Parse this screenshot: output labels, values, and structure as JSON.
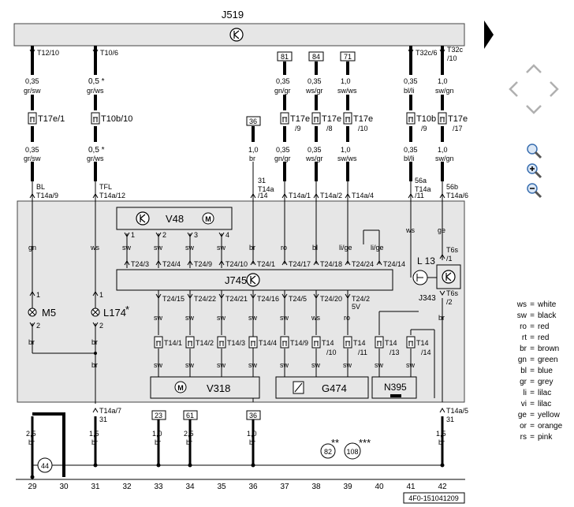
{
  "title": "J519",
  "image_code": "4F0-151041209",
  "main_components": {
    "j745": "J745",
    "v318": "V318",
    "g474": "G474",
    "n395": "N395",
    "v48": "V48",
    "m5": "M5",
    "l174": "L174",
    "l13": "L 13",
    "j343": "J343"
  },
  "connectors_top": [
    {
      "id": "c29",
      "label": "T12/10",
      "gauge": "0,35",
      "color": "gr/sw",
      "plug": "T17e/1",
      "gauge2": "0,35",
      "color2": "gr/sw",
      "sig": "BL",
      "pin": "T14a/9"
    },
    {
      "id": "c31",
      "label": "T10/6",
      "gauge": "0,5 *",
      "color": "gr/ws",
      "plug": "T10b/10",
      "gauge2": "0,5 *",
      "color2": "gr/ws",
      "sig": "TFL",
      "pin": "T14a/12"
    },
    {
      "id": "c37",
      "label": "81",
      "gauge": "0,35",
      "color": "gn/gr",
      "plug": "T17e /9",
      "gauge2": "0,35",
      "color2": "gn/gr",
      "pin": "T14a/1"
    },
    {
      "id": "c38",
      "label": "84",
      "gauge": "0,35",
      "color": "ws/gr",
      "plug": "T17e /8",
      "gauge2": "0,35",
      "color2": "ws/gr",
      "pin": "T14a/2"
    },
    {
      "id": "c39",
      "label": "71",
      "gauge": "1,0",
      "color": "sw/ws",
      "plug": "T17e /10",
      "gauge2": "1,0",
      "color2": "sw/ws",
      "pin": "T14a/4"
    },
    {
      "id": "c41",
      "label": "T32c/6",
      "gauge": "0,35",
      "color": "bl/li",
      "plug": "T10b /9",
      "gauge2": "0,35",
      "color2": "bl/li",
      "sig": "56a",
      "pin": "T14a /11"
    },
    {
      "id": "c42",
      "label": "T32c /10",
      "gauge": "1,0",
      "color": "sw/gn",
      "plug": "T17e /17",
      "gauge2": "1,0",
      "color2": "sw/gn",
      "sig": "56b",
      "pin": "T14a/6"
    }
  ],
  "c36": {
    "box": "36",
    "gauge": "1,0",
    "color": "br",
    "sig": "31",
    "pin": "T14a /14"
  },
  "v48_pins": [
    "1",
    "2",
    "3",
    "4"
  ],
  "wire_colors_upper": [
    "gn",
    "ws",
    "sw",
    "sw",
    "sw",
    "sw",
    "br",
    "ro",
    "bl",
    "li/ge",
    "li/ge",
    "ws",
    "ge"
  ],
  "j745_pins_top": [
    "T24/3",
    "T24/4",
    "T24/9",
    "T24/10",
    "T24/1",
    "T24/17",
    "T24/18",
    "T24/24",
    "T24/14"
  ],
  "j745_pins_bottom": [
    "T24/15",
    "T24/22",
    "T24/21",
    "T24/16",
    "T24/5",
    "T24/20",
    "T24/2"
  ],
  "five_v": "5V",
  "wire_colors_mid": [
    "sw",
    "sw",
    "sw",
    "sw",
    "sw",
    "ws",
    "ro",
    "br"
  ],
  "t14_connectors": [
    "T14/1",
    "T14/2",
    "T14/3",
    "T14/4",
    "T14/9",
    "T14 /10",
    "T14 /11",
    "T14 /13",
    "T14 /14"
  ],
  "wire_colors_lower": [
    "sw",
    "sw",
    "sw",
    "sw",
    "sw",
    "sw",
    "sw",
    "sw",
    "sw"
  ],
  "t6s": [
    "T6s /1",
    "T6s /2"
  ],
  "m5_pins": [
    "1",
    "2"
  ],
  "br_labels": [
    "br",
    "br",
    "br",
    "br",
    "br"
  ],
  "bottom": {
    "pins": [
      "T14a/7 31",
      "T14a/5 31"
    ],
    "g29": {
      "gauge": "2,5",
      "color": "br"
    },
    "g31": {
      "gauge": "1,5",
      "color": "br"
    },
    "g33": {
      "box": "23",
      "gauge": "1,0",
      "color": "br"
    },
    "g34": {
      "box": "61",
      "gauge": "2,5",
      "color": "br"
    },
    "g36": {
      "box": "36",
      "gauge": "1,0",
      "color": "br"
    },
    "g42": {
      "gauge": "1,5",
      "color": "br"
    },
    "ground44": "44",
    "ground82": "82",
    "ground108": "108",
    "star2": "**",
    "star3": "***"
  },
  "columns": [
    "29",
    "30",
    "31",
    "32",
    "33",
    "34",
    "35",
    "36",
    "37",
    "38",
    "39",
    "40",
    "41",
    "42"
  ],
  "legend": [
    {
      "code": "ws",
      "name": "white"
    },
    {
      "code": "sw",
      "name": "black"
    },
    {
      "code": "ro",
      "name": "red"
    },
    {
      "code": "rt",
      "name": "red"
    },
    {
      "code": "br",
      "name": "brown"
    },
    {
      "code": "gn",
      "name": "green"
    },
    {
      "code": "bl",
      "name": "blue"
    },
    {
      "code": "gr",
      "name": "grey"
    },
    {
      "code": "li",
      "name": "lilac"
    },
    {
      "code": "vi",
      "name": "lilac"
    },
    {
      "code": "ge",
      "name": "yellow"
    },
    {
      "code": "or",
      "name": "orange"
    },
    {
      "code": "rs",
      "name": "pink"
    }
  ],
  "nav_icons": [
    "next-page-icon",
    "pan-up-icon",
    "pan-left-icon",
    "pan-right-icon",
    "pan-down-icon",
    "zoom-search-icon",
    "zoom-in-icon",
    "zoom-out-icon"
  ],
  "colors": {
    "panel": "#e6e6e6",
    "wire": "#000000",
    "nav": "#b0b0b0",
    "zoom": "#3a6fb0"
  }
}
